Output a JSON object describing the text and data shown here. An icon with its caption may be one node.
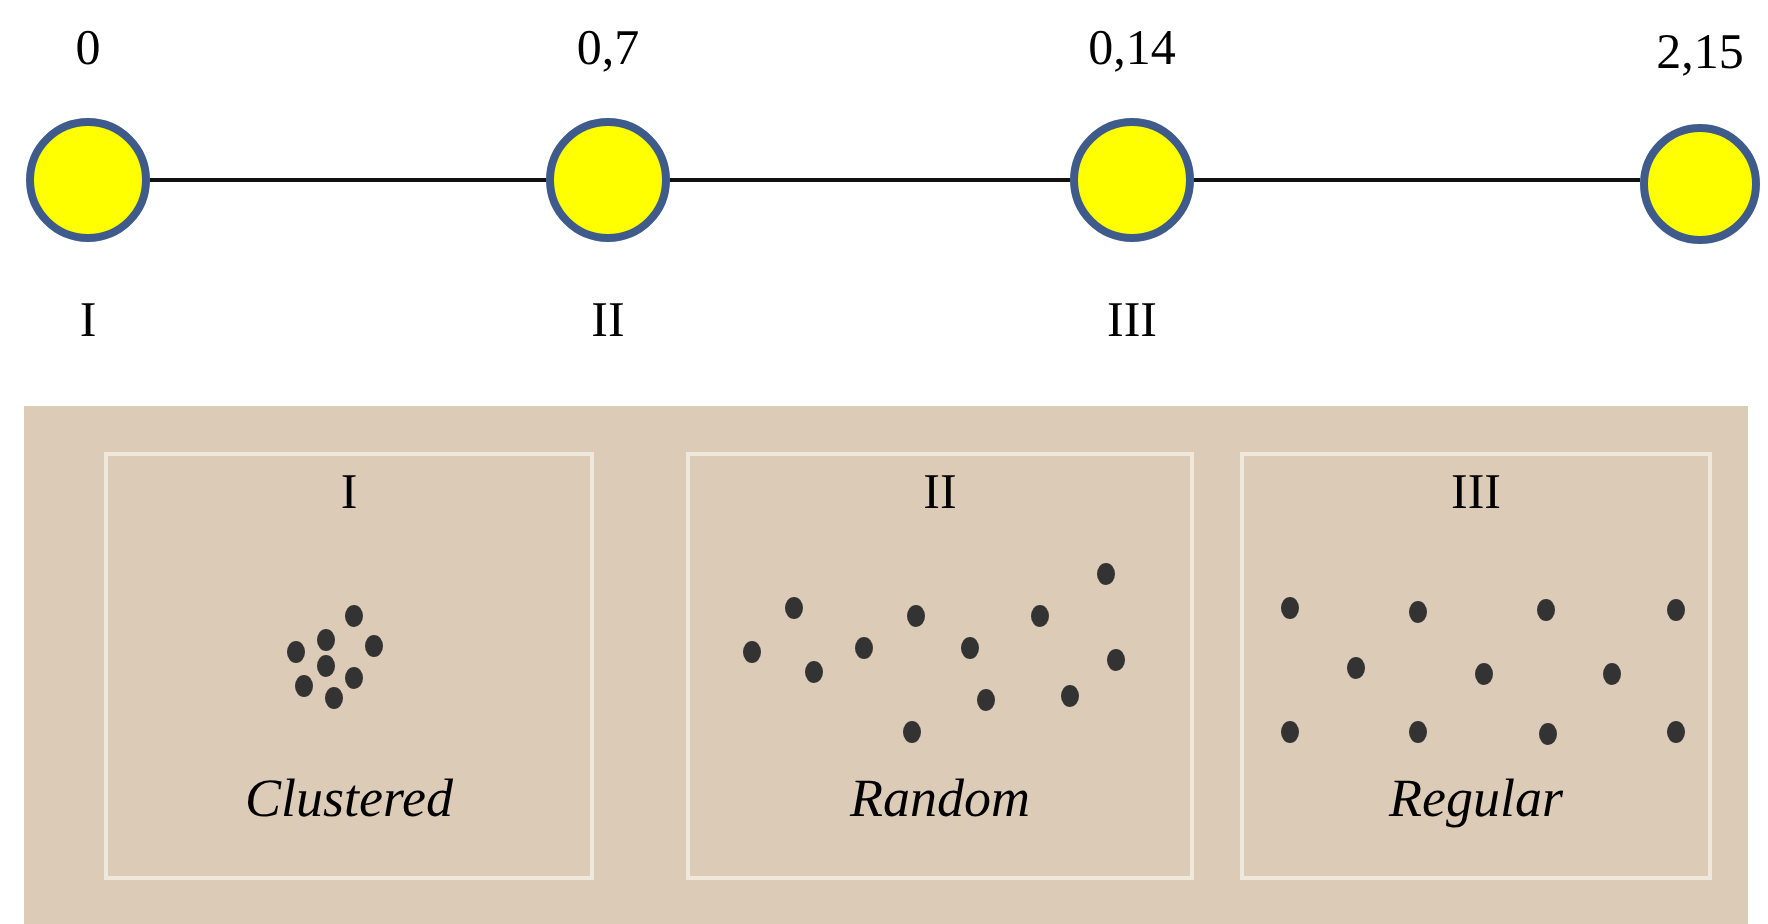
{
  "diagram": {
    "nodes": [
      {
        "text": [],
        "shape": "circle",
        "beside": [
          "0",
          "I"
        ]
      },
      {
        "text": [],
        "shape": "circle",
        "beside": [
          "0,7",
          "II"
        ]
      },
      {
        "text": [],
        "shape": "circle",
        "beside": [
          "0,14",
          "III"
        ]
      },
      {
        "text": [],
        "shape": "circle",
        "beside": [
          "2,15"
        ]
      },
      {
        "text": [],
        "shape": "box"
      },
      {
        "text": [
          "I",
          "Clustered"
        ],
        "in": 4
      },
      {
        "text": [
          "II",
          "Random"
        ],
        "in": 4
      },
      {
        "text": [
          "III",
          "Regular"
        ],
        "in": 4
      }
    ],
    "edges": [
      {
        "from": 0,
        "to": 1,
        "arrow": "none"
      },
      {
        "from": 1,
        "to": 2,
        "arrow": "none"
      },
      {
        "from": 2,
        "to": 3,
        "arrow": "none"
      }
    ]
  }
}
